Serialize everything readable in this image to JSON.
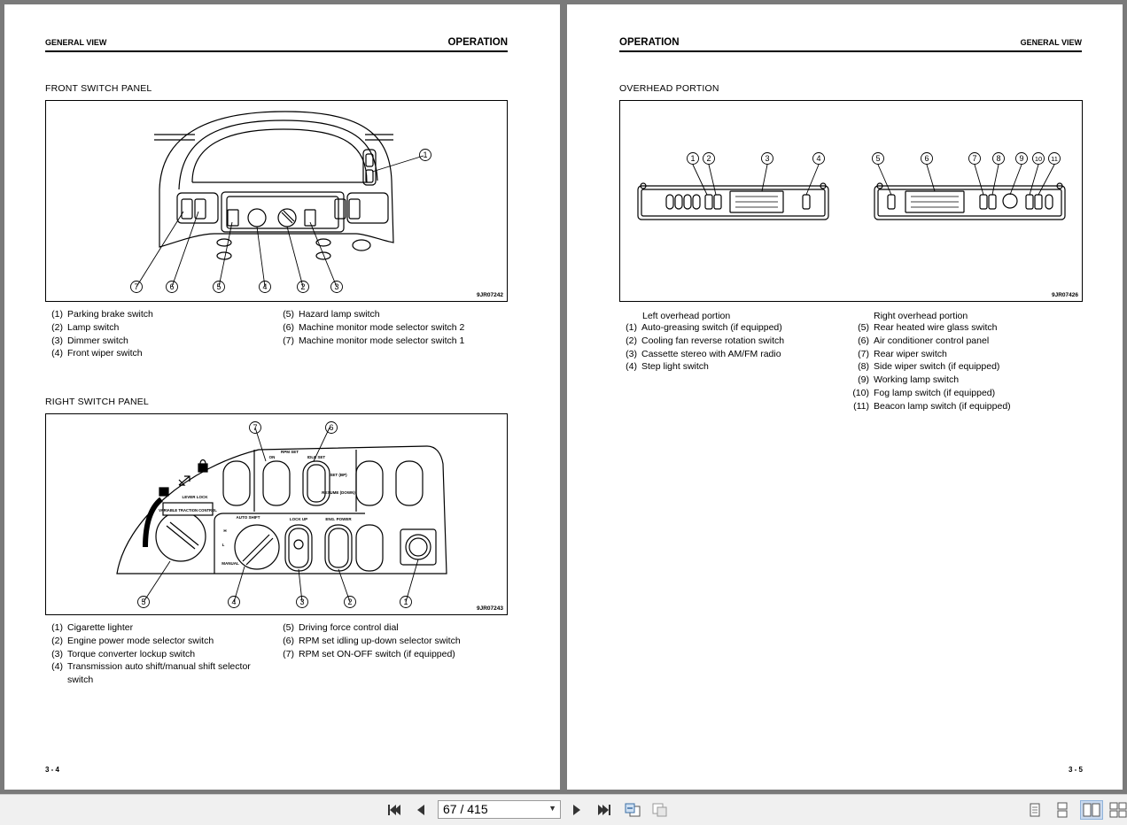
{
  "left": {
    "header_left": "GENERAL VIEW",
    "header_right": "OPERATION",
    "front": {
      "title": "FRONT SWITCH PANEL",
      "code": "9JR07242",
      "legend_a": [
        {
          "n": "(1)",
          "t": "Parking brake switch"
        },
        {
          "n": "(2)",
          "t": "Lamp switch"
        },
        {
          "n": "(3)",
          "t": "Dimmer switch"
        },
        {
          "n": "(4)",
          "t": "Front wiper switch"
        }
      ],
      "legend_b": [
        {
          "n": "(5)",
          "t": "Hazard lamp switch"
        },
        {
          "n": "(6)",
          "t": "Machine monitor mode selector switch 2"
        },
        {
          "n": "(7)",
          "t": "Machine monitor mode selector switch 1"
        }
      ]
    },
    "right": {
      "title": "RIGHT SWITCH PANEL",
      "code": "9JR07243",
      "legend_a": [
        {
          "n": "(1)",
          "t": "Cigarette lighter"
        },
        {
          "n": "(2)",
          "t": "Engine power mode selector switch"
        },
        {
          "n": "(3)",
          "t": "Torque converter lockup switch"
        },
        {
          "n": "(4)",
          "t": "Transmission auto shift/manual shift selector switch"
        }
      ],
      "legend_b": [
        {
          "n": "(5)",
          "t": "Driving force control dial"
        },
        {
          "n": "(6)",
          "t": "RPM set idling up-down selector switch"
        },
        {
          "n": "(7)",
          "t": "RPM set ON-OFF switch (if equipped)"
        }
      ],
      "panel_labels": {
        "rpm_set": "RPM SET",
        "on": "ON",
        "idle_set": "IDLE SET",
        "set_bp": "SET (BP)",
        "resume": "RESUME (DOWN)",
        "lever_lock": "LEVER LOCK",
        "traction": "VARIABLE TRACTION CONTROL",
        "auto_shift": "AUTO SHIFT",
        "lock_up": "LOCK UP",
        "eng_power": "ENG. POWER",
        "h": "H",
        "l": "L",
        "manual": "MANUAL"
      }
    },
    "page_number": "3 - 4"
  },
  "right": {
    "header_left": "OPERATION",
    "header_right": "GENERAL VIEW",
    "overhead": {
      "title": "OVERHEAD PORTION",
      "code": "9JR07426",
      "left_title": "Left overhead portion",
      "right_title": "Right overhead portion",
      "legend_a": [
        {
          "n": "(1)",
          "t": "Auto-greasing switch (if equipped)"
        },
        {
          "n": "(2)",
          "t": "Cooling fan reverse rotation switch"
        },
        {
          "n": "(3)",
          "t": "Cassette stereo with AM/FM radio"
        },
        {
          "n": "(4)",
          "t": "Step light switch"
        }
      ],
      "legend_b": [
        {
          "n": "(5)",
          "t": "Rear heated wire glass switch"
        },
        {
          "n": "(6)",
          "t": "Air conditioner control panel"
        },
        {
          "n": "(7)",
          "t": "Rear wiper switch"
        },
        {
          "n": "(8)",
          "t": "Side wiper switch (if equipped)"
        },
        {
          "n": "(9)",
          "t": "Working lamp switch"
        },
        {
          "n": "(10)",
          "t": "Fog lamp switch (if equipped)"
        },
        {
          "n": "(11)",
          "t": "Beacon lamp switch (if equipped)"
        }
      ]
    },
    "page_number": "3 - 5"
  },
  "toolbar": {
    "page_indicator": "67 / 415",
    "icons": [
      "first-page-icon",
      "previous-page-icon",
      "next-page-icon",
      "last-page-icon",
      "go-back-view-icon",
      "go-forward-view-icon",
      "single-page-icon",
      "continuous-page-icon",
      "two-page-icon",
      "two-page-continuous-icon"
    ]
  }
}
